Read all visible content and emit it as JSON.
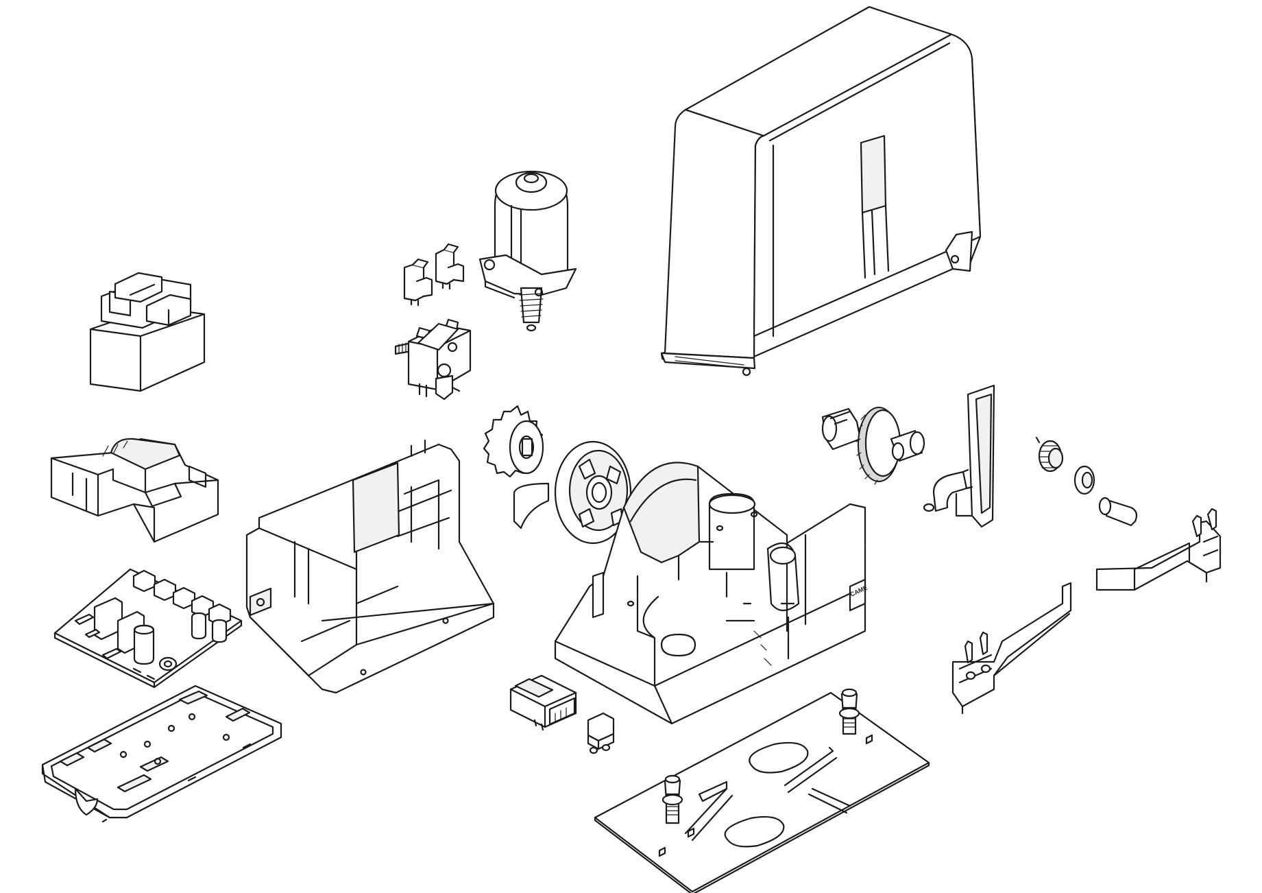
{
  "diagram": {
    "parts": [
      {
        "id": "cover",
        "icon": "cover-housing-icon"
      },
      {
        "id": "transformer",
        "icon": "transformer-icon"
      },
      {
        "id": "microswitches",
        "icon": "microswitch-icon"
      },
      {
        "id": "limit-switch-unit",
        "icon": "limit-switch-icon"
      },
      {
        "id": "motor",
        "icon": "motor-icon"
      },
      {
        "id": "board-cover",
        "icon": "board-cover-icon"
      },
      {
        "id": "control-board",
        "icon": "circuit-board-icon"
      },
      {
        "id": "board-bracket",
        "icon": "bracket-tray-icon"
      },
      {
        "id": "support-frame",
        "icon": "frame-icon"
      },
      {
        "id": "pinion",
        "icon": "gear-icon"
      },
      {
        "id": "flange",
        "icon": "flange-icon"
      },
      {
        "id": "gearbox-base",
        "icon": "gearbox-base-icon"
      },
      {
        "id": "receiver-module",
        "icon": "receiver-module-icon"
      },
      {
        "id": "terminal-connector",
        "icon": "connector-icon"
      },
      {
        "id": "output-shaft",
        "icon": "shaft-gear-icon"
      },
      {
        "id": "release-lever",
        "icon": "lever-icon"
      },
      {
        "id": "release-lock",
        "icon": "lock-icon"
      },
      {
        "id": "rack-bracket-right",
        "icon": "limit-bracket-icon"
      },
      {
        "id": "rack-bracket-left",
        "icon": "limit-bracket-icon"
      },
      {
        "id": "anchor-plate",
        "icon": "anchor-plate-icon"
      }
    ],
    "logo_text": "CAME"
  }
}
